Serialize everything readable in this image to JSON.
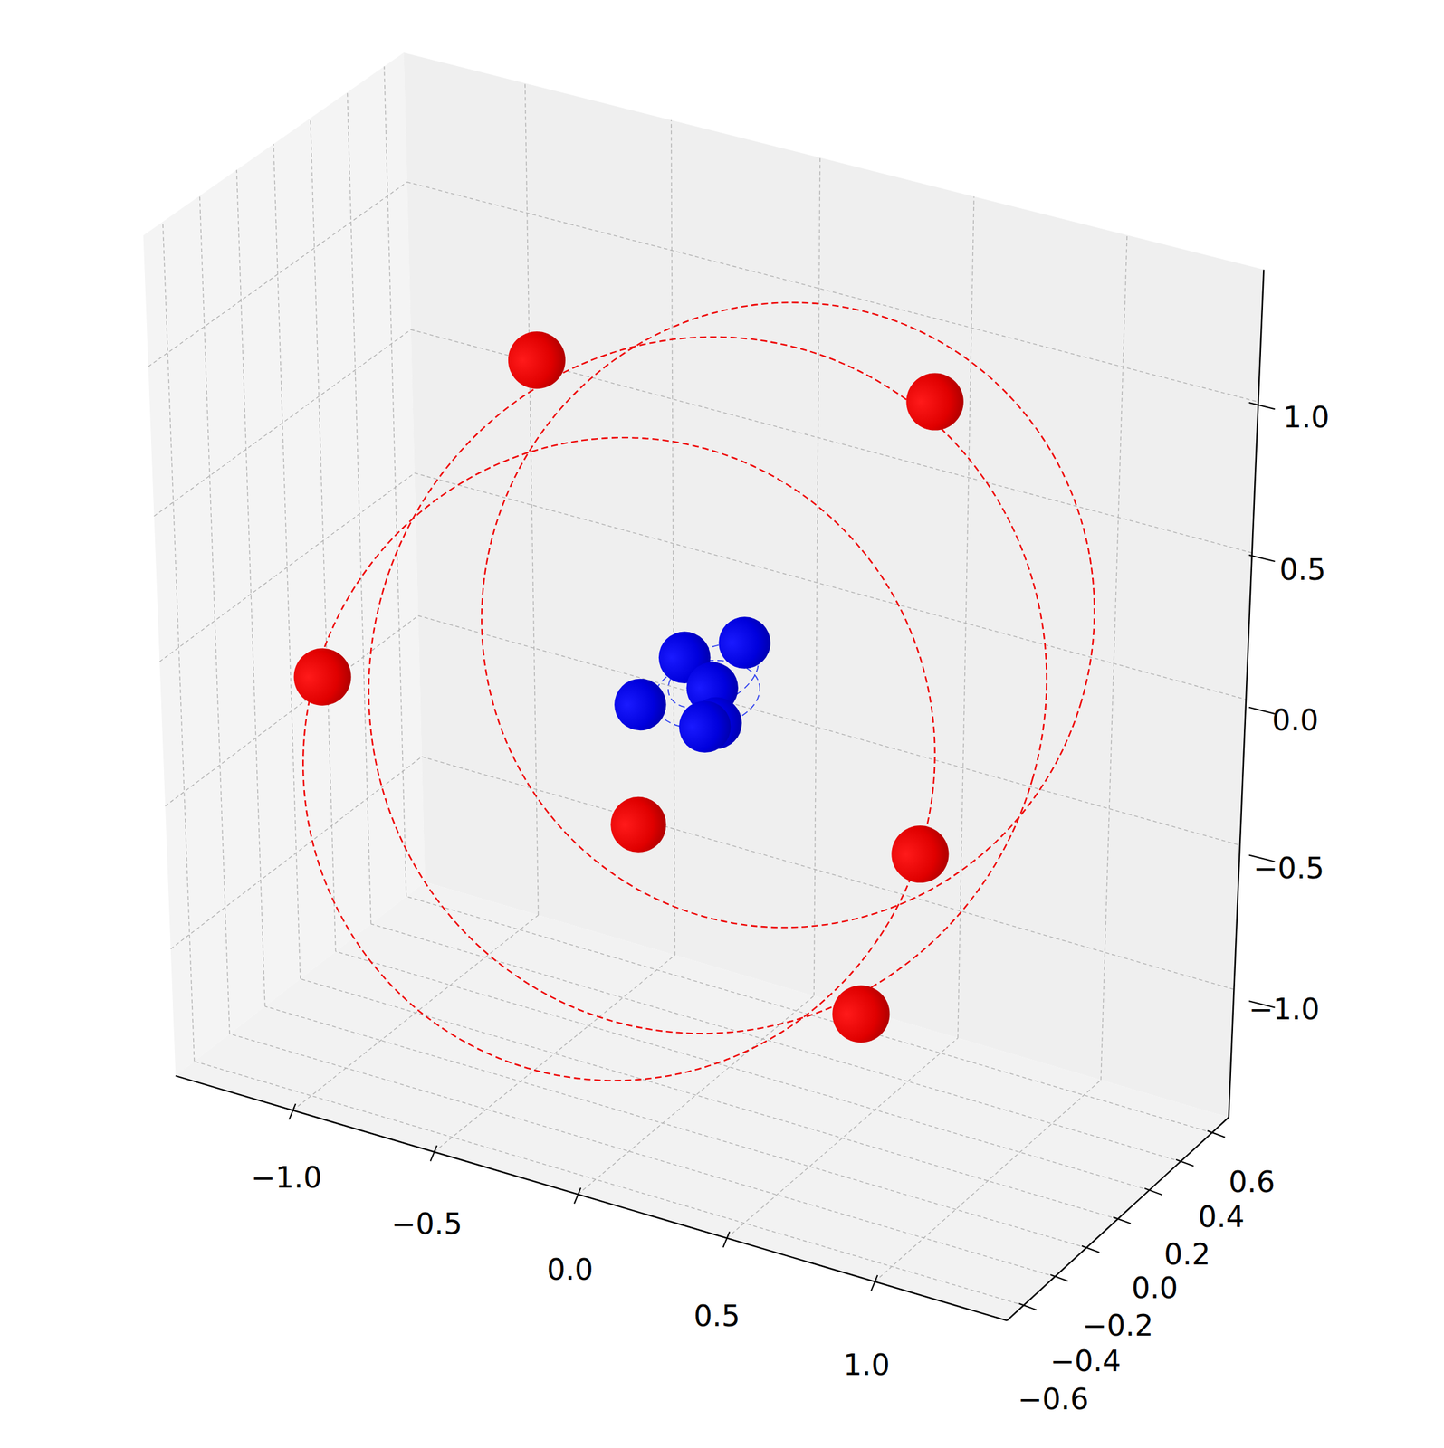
{
  "diagram": {
    "labels": [
      "−1.0",
      "−0.5",
      "0.0",
      "0.5",
      "1.0",
      "0.6",
      "0.4",
      "0.2",
      "0.0",
      "−0.2",
      "−0.4",
      "−0.6",
      "1.0",
      "0.5",
      "0.0",
      "−0.5",
      "−1.0"
    ]
  }
}
